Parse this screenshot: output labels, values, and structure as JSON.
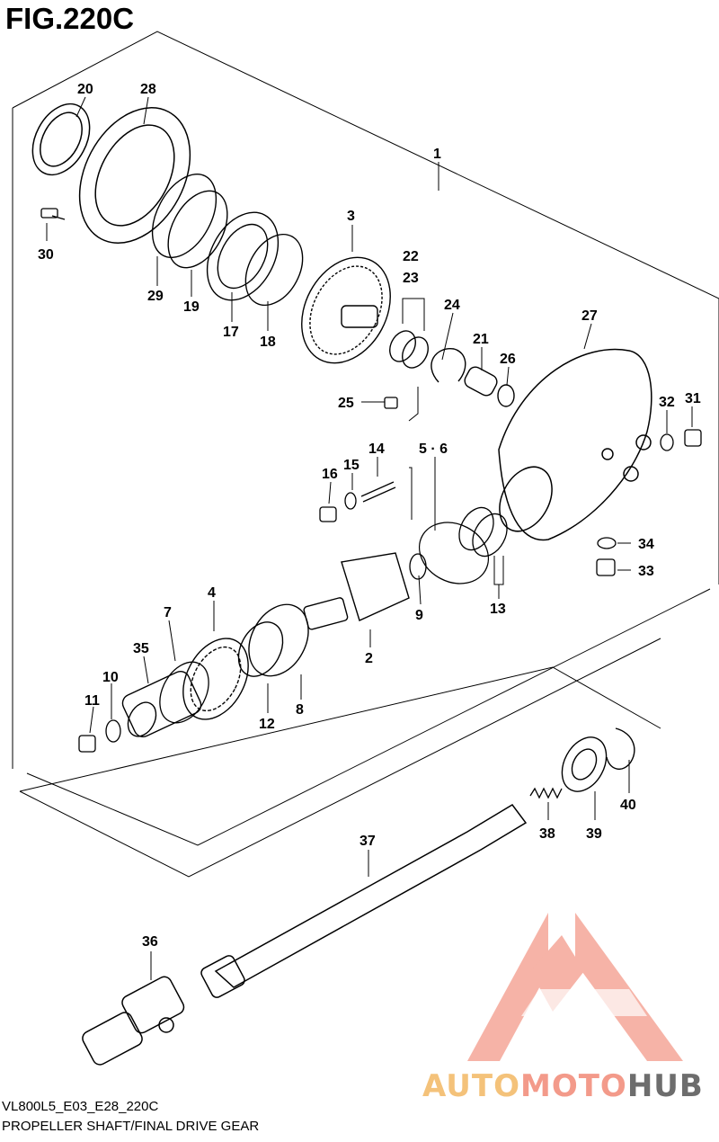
{
  "figure": {
    "title": "FIG.220C",
    "code": "VL800L5_E03_E28_220C",
    "subtitle": "PROPELLER SHAFT/FINAL DRIVE GEAR"
  },
  "callouts": [
    "1",
    "2",
    "3",
    "4",
    "5 · 6",
    "7",
    "8",
    "9",
    "10",
    "11",
    "12",
    "13",
    "14",
    "15",
    "16",
    "17",
    "18",
    "19",
    "20",
    "21",
    "22",
    "23",
    "24",
    "25",
    "26",
    "27",
    "28",
    "29",
    "30",
    "31",
    "32",
    "33",
    "34",
    "35",
    "36",
    "37",
    "38",
    "39",
    "40"
  ],
  "watermark": {
    "part1": "AUTO",
    "part2": "MOTO",
    "part3": "HUB",
    "color_primary": "#f5a58a",
    "color_secondary": "#f4c27a",
    "color_dark": "#6d6d6d"
  }
}
